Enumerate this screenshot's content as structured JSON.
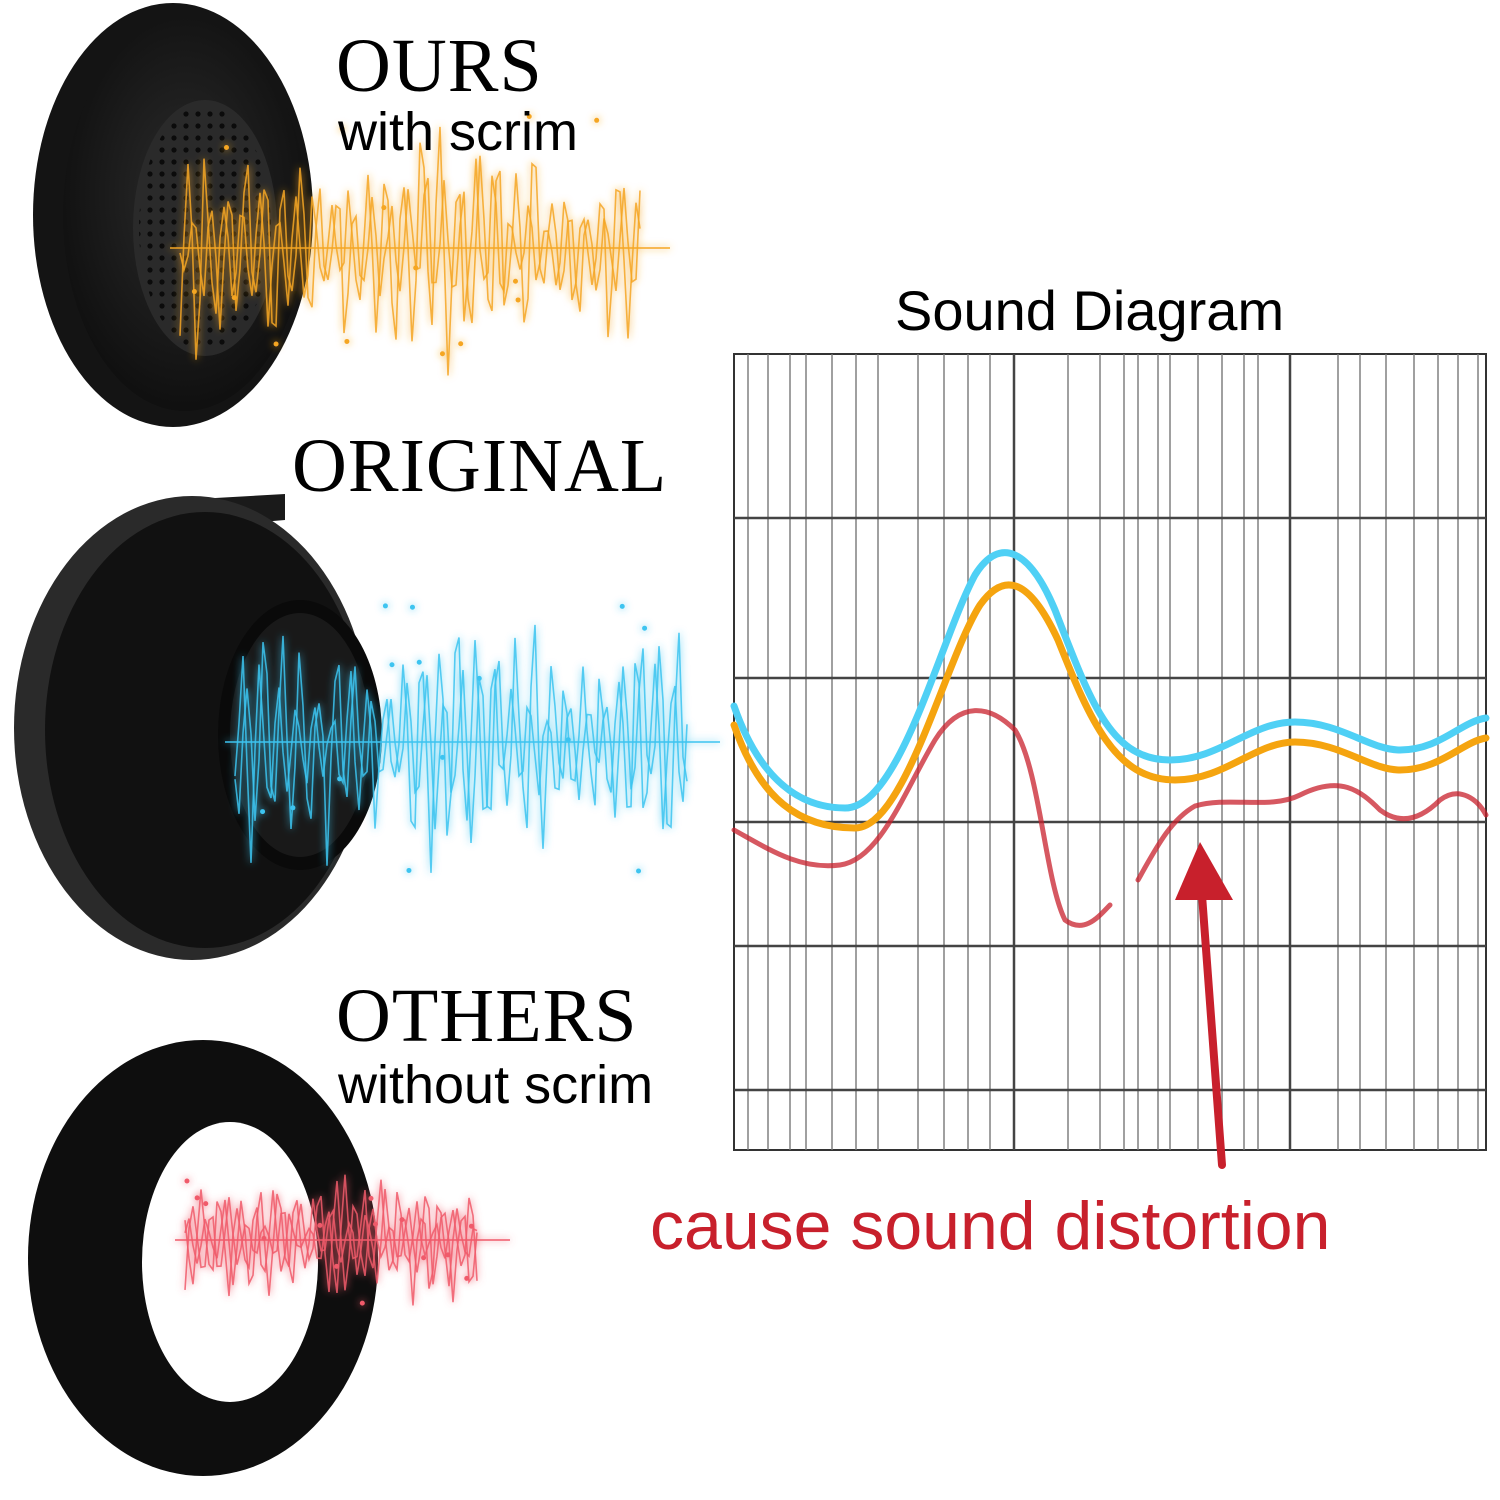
{
  "products": {
    "ours": {
      "title": "OURS",
      "subtitle": "with scrim",
      "wave_color": "#f5a623"
    },
    "original": {
      "title": "ORIGINAL",
      "wave_color": "#3cc4f0"
    },
    "others": {
      "title": "OTHERS",
      "subtitle": "without scrim",
      "wave_color": "#f05a6a"
    }
  },
  "diagram": {
    "title": "Sound Diagram",
    "annotation": "cause sound distortion",
    "annotation_color": "#c8202c",
    "curve_colors": {
      "original": "#4fd0f5",
      "ours": "#f5a40f",
      "others": "#c8202c"
    }
  }
}
